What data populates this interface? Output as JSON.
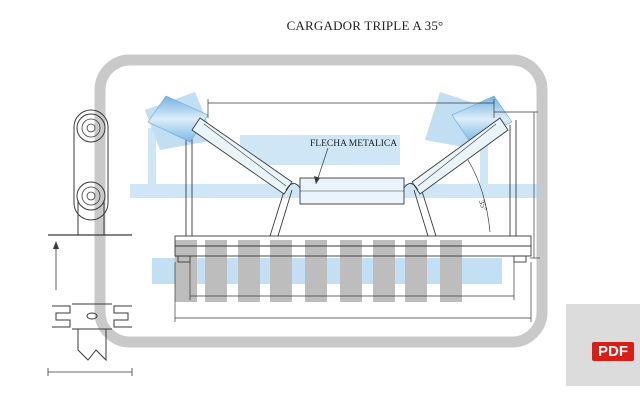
{
  "title": "CARGADOR TRIPLE  A 35°",
  "callout_label": "FLECHA METALICA",
  "angle_label": "35°",
  "pdf_label": "PDF",
  "icons": {
    "pulley": "pulley-icon",
    "pdf": "pdf-file-icon"
  },
  "colors": {
    "frame": "#c8c8c8",
    "roller_blue": "#8ec5ea",
    "roller_light": "#dcedf8",
    "line": "#3a3a3a",
    "badge_bg": "#dcdcdc",
    "badge_red": "#d91e18"
  }
}
